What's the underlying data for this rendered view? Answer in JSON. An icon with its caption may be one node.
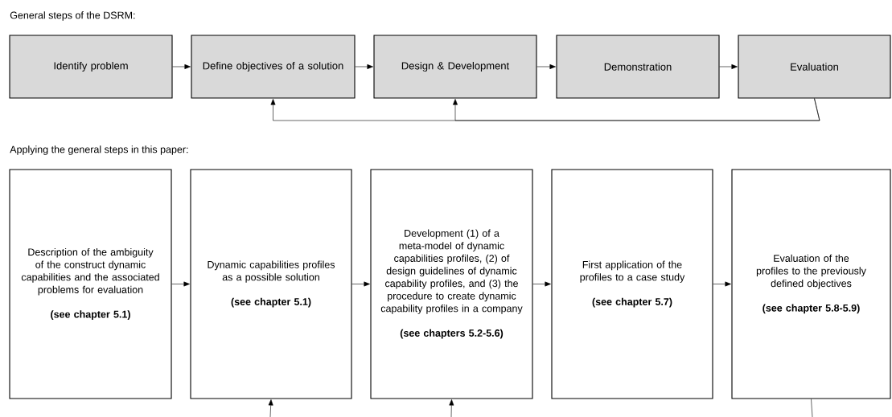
{
  "diagram": {
    "nodes": [
      {
        "text": [
          "Identify problem"
        ]
      },
      {
        "text": [
          "Define objectives of a solution"
        ]
      },
      {
        "text": [
          "Design & Development"
        ]
      },
      {
        "text": [
          "Demonstration"
        ]
      },
      {
        "text": [
          "Evaluation"
        ]
      },
      {
        "text": [
          "Description of the ambiguity of the construct dynamic capabilities and the associated problems for evaluation",
          "(see chapter 5.1)"
        ]
      },
      {
        "text": [
          "Dynamic capabilities profiles as a possible solution",
          "(see chapter 5.1)"
        ]
      },
      {
        "text": [
          "Development (1) of a meta-model of dynamic capabilities profiles, (2) of design guidelines of dynamic capability profiles, and (3) the procedure to create dynamic capability profiles in a company",
          "(see chapters 5.2-5.6)"
        ]
      },
      {
        "text": [
          "First application of the profiles to a case study",
          "(see chapter 5.7)"
        ]
      },
      {
        "text": [
          "Evaluation of the profiles to the previously defined objectives",
          "(see chapter 5.8-5.9)"
        ]
      }
    ],
    "edges": [
      {
        "from": 0,
        "to": 1,
        "arrow": "to"
      },
      {
        "from": 1,
        "to": 2,
        "arrow": "to"
      },
      {
        "from": 2,
        "to": 3,
        "arrow": "to"
      },
      {
        "from": 3,
        "to": 4,
        "arrow": "to"
      },
      {
        "from": 4,
        "to": 1,
        "arrow": "to"
      },
      {
        "from": 4,
        "to": 2,
        "arrow": "to"
      },
      {
        "from": 5,
        "to": 6,
        "arrow": "to"
      },
      {
        "from": 6,
        "to": 7,
        "arrow": "to"
      },
      {
        "from": 7,
        "to": 8,
        "arrow": "to"
      },
      {
        "from": 8,
        "to": 9,
        "arrow": "to"
      },
      {
        "from": null,
        "to": 6,
        "arrow": "to"
      },
      {
        "from": null,
        "to": 7,
        "arrow": "to"
      },
      {
        "from": 9,
        "to": null,
        "arrow": "none"
      }
    ],
    "labels": [
      "General steps of the DSRM:",
      "Applying the general steps in this paper:"
    ]
  }
}
